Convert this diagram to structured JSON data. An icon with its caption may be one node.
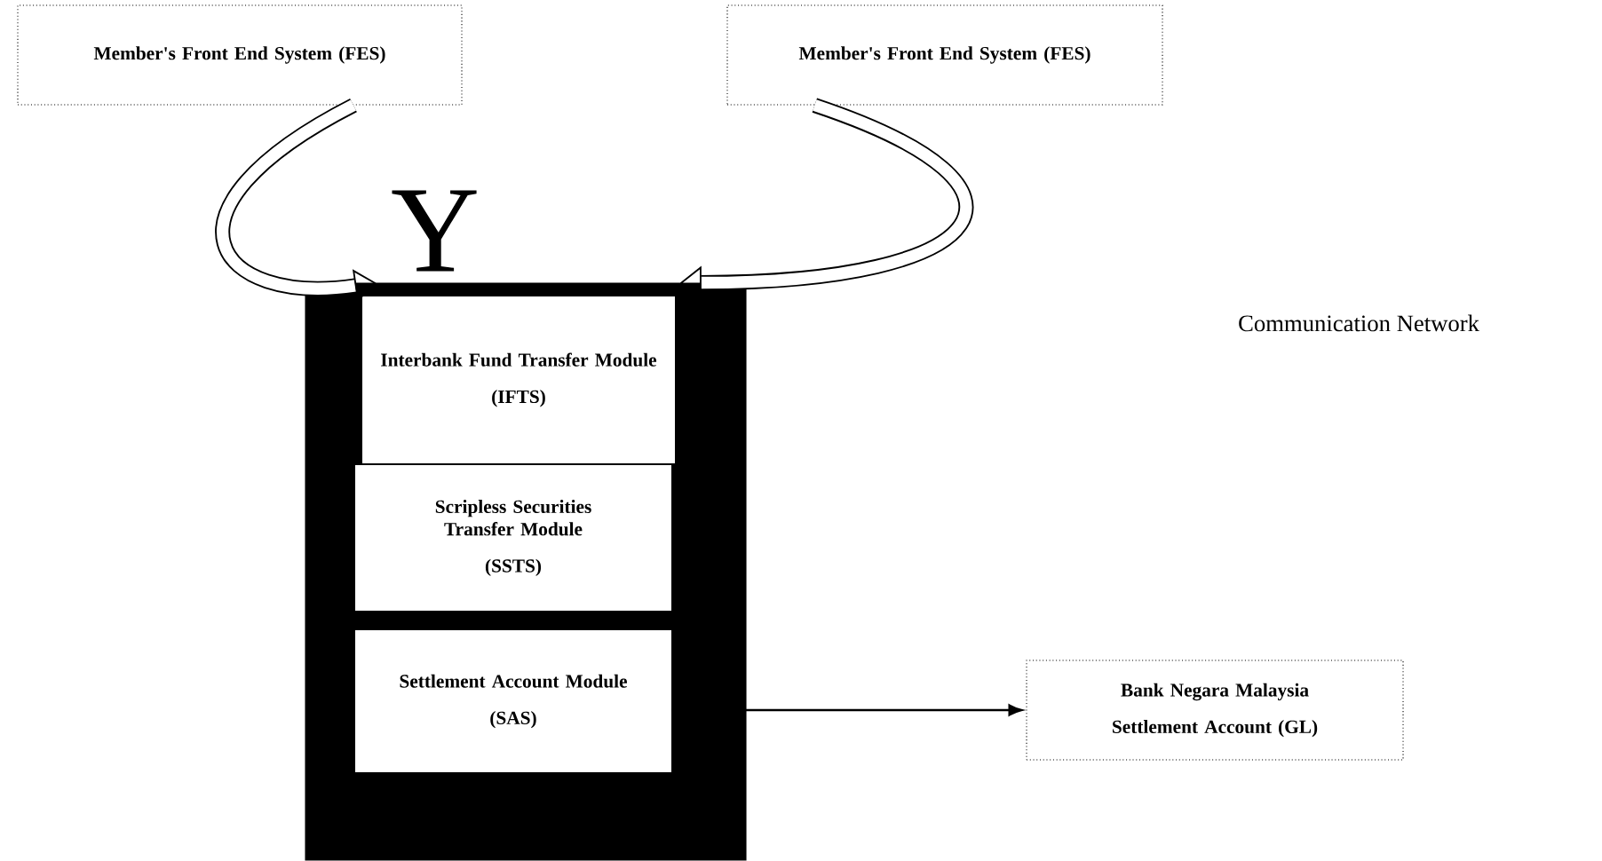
{
  "diagram": {
    "nodes": [
      {
        "text": [
          "Member's Front End System (FES)"
        ]
      },
      {
        "text": [
          "Member's Front End System (FES)"
        ]
      },
      {
        "text": [],
        "shape": "box"
      },
      {
        "text": [
          "Interbank Fund Transfer Module",
          "(IFTS)"
        ],
        "in": 2
      },
      {
        "text": [
          "Scripless Securities Transfer Module",
          "(SSTS)"
        ],
        "in": 2
      },
      {
        "text": [
          "Settlement Account Module",
          "(SAS)"
        ],
        "in": 2
      },
      {
        "text": [
          "Bank Negara Malaysia",
          "Settlement Account (GL)"
        ]
      }
    ],
    "edges": [
      {
        "from": 0,
        "to": 2,
        "arrow": "to"
      },
      {
        "from": 1,
        "to": 2,
        "arrow": "to"
      },
      {
        "from": 5,
        "to": 6,
        "arrow": "to"
      }
    ],
    "labels": [
      "Y",
      "Communication Network"
    ]
  }
}
